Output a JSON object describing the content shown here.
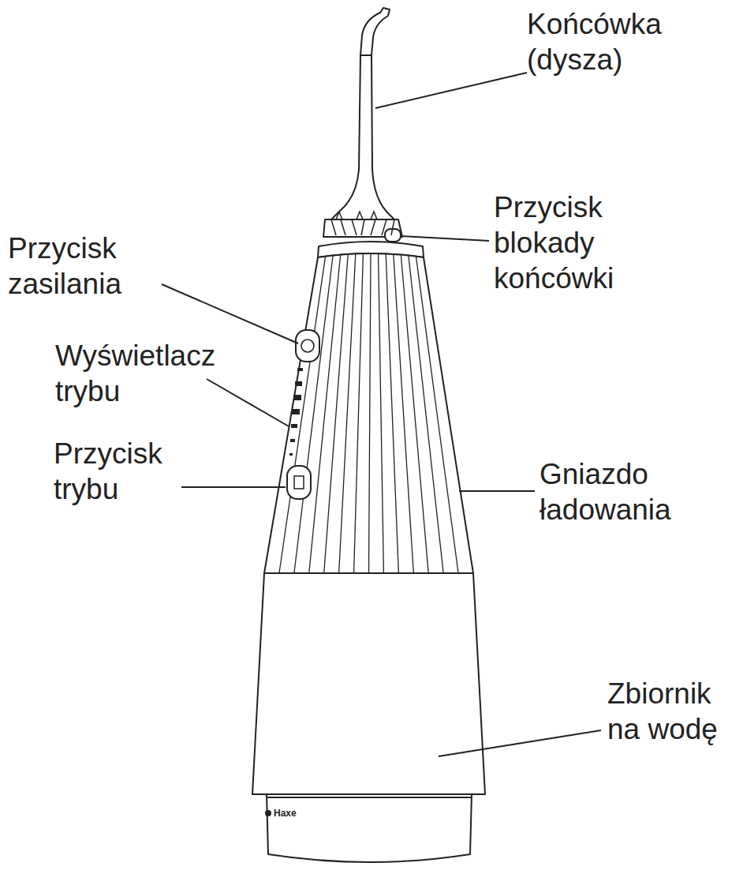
{
  "diagram": {
    "labels": [
      "Końcówka (dysza)",
      "Przycisk blokady końcówki",
      "Przycisk zasilania",
      "Wyświetlacz trybu",
      "Przycisk trybu",
      "Gniazdo ładowania",
      "Zbiornik na wodę",
      "Haxe"
    ]
  }
}
